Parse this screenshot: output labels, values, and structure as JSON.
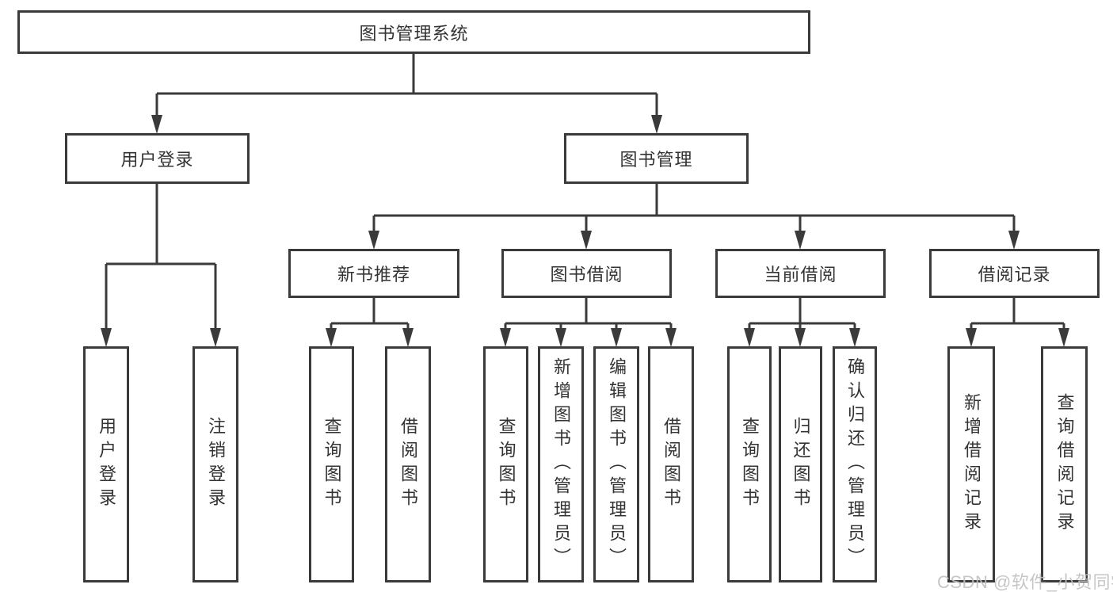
{
  "tree": {
    "root": {
      "label": "图书管理系统"
    },
    "level2": [
      {
        "label": "用户登录"
      },
      {
        "label": "图书管理"
      }
    ],
    "level3": [
      {
        "label": "新书推荐",
        "parent": "图书管理"
      },
      {
        "label": "图书借阅",
        "parent": "图书管理"
      },
      {
        "label": "当前借阅",
        "parent": "图书管理"
      },
      {
        "label": "借阅记录",
        "parent": "图书管理"
      }
    ],
    "leaves": [
      {
        "label": "用户登录",
        "parent": "用户登录"
      },
      {
        "label": "注销登录",
        "parent": "用户登录"
      },
      {
        "label": "查询图书",
        "parent": "新书推荐"
      },
      {
        "label": "借阅图书",
        "parent": "新书推荐"
      },
      {
        "label": "查询图书",
        "parent": "图书借阅"
      },
      {
        "label": "新增图书（管理员）",
        "parent": "图书借阅"
      },
      {
        "label": "编辑图书（管理员）",
        "parent": "图书借阅"
      },
      {
        "label": "借阅图书",
        "parent": "图书借阅"
      },
      {
        "label": "查询图书",
        "parent": "当前借阅"
      },
      {
        "label": "归还图书",
        "parent": "当前借阅"
      },
      {
        "label": "确认归还（管理员）",
        "parent": "当前借阅"
      },
      {
        "label": "新增借阅记录",
        "parent": "借阅记录"
      },
      {
        "label": "查询借阅记录",
        "parent": "借阅记录"
      }
    ]
  },
  "watermark": "CSDN @软件_小贺同学",
  "colors": {
    "line": "#3a3a3a",
    "box_border": "#3a3a3a",
    "text": "#333333",
    "watermark": "#c1c1c1",
    "background": "#ffffff"
  }
}
